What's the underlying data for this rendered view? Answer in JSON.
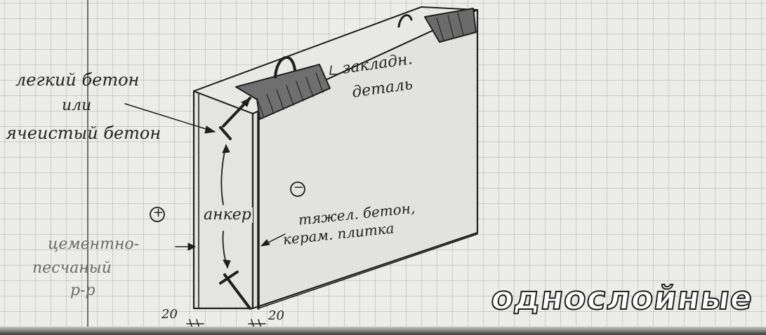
{
  "labels": {
    "light_concrete": "легкий бетон",
    "or": "или",
    "cellular_concrete": "ячеистый бетон",
    "embedded_part_1": "закладн.",
    "embedded_part_2": "деталь",
    "anchor": "анкер",
    "minus_sign": "−",
    "plus_sign": "+",
    "outer_layer_1": "тяжел. бетон,",
    "outer_layer_2": "керам. плитка",
    "inner_layer_1": "цементно-",
    "inner_layer_2": "песчаный",
    "inner_layer_3": "р-р",
    "dim_left": "20",
    "dim_right": "20",
    "title": "однослойные"
  }
}
